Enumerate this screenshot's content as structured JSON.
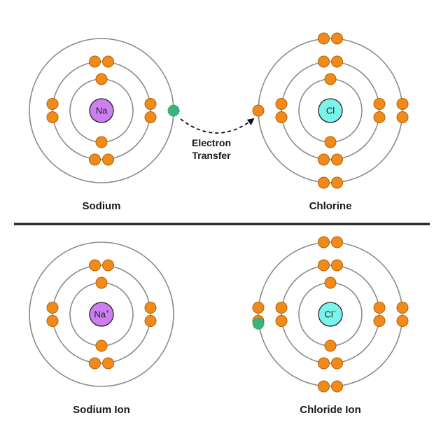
{
  "colors": {
    "electron": "#ef8a1b",
    "electron_stroke": "#b86100",
    "transferred_electron": "#37b57d",
    "transferred_stroke": "#1f8a5a",
    "sodium_nucleus": "#cc7ff0",
    "chlorine_nucleus": "#7af3ea",
    "shell": "#8c8c8c",
    "divider": "#111111"
  },
  "atoms": [
    {
      "key": "sodium",
      "symbol": "Na",
      "charge": "",
      "label": "Sodium",
      "shells": [
        2,
        8,
        0
      ],
      "transfer_slot": "outer-right"
    },
    {
      "key": "chlorine",
      "symbol": "Cl",
      "charge": "",
      "label": "Chlorine",
      "shells": [
        2,
        8,
        7
      ],
      "transfer_slot": "none"
    },
    {
      "key": "sodium-ion",
      "symbol": "Na",
      "charge": "+",
      "label": "Sodium Ion",
      "shells": [
        2,
        8,
        0
      ],
      "transfer_slot": "none"
    },
    {
      "key": "chloride-ion",
      "symbol": "Cl",
      "charge": "−",
      "label": "Chloride Ion",
      "shells": [
        2,
        8,
        8
      ],
      "transfer_slot": "outer-left-lower"
    }
  ],
  "transfer": {
    "line1": "Electron",
    "line2": "Transfer"
  }
}
